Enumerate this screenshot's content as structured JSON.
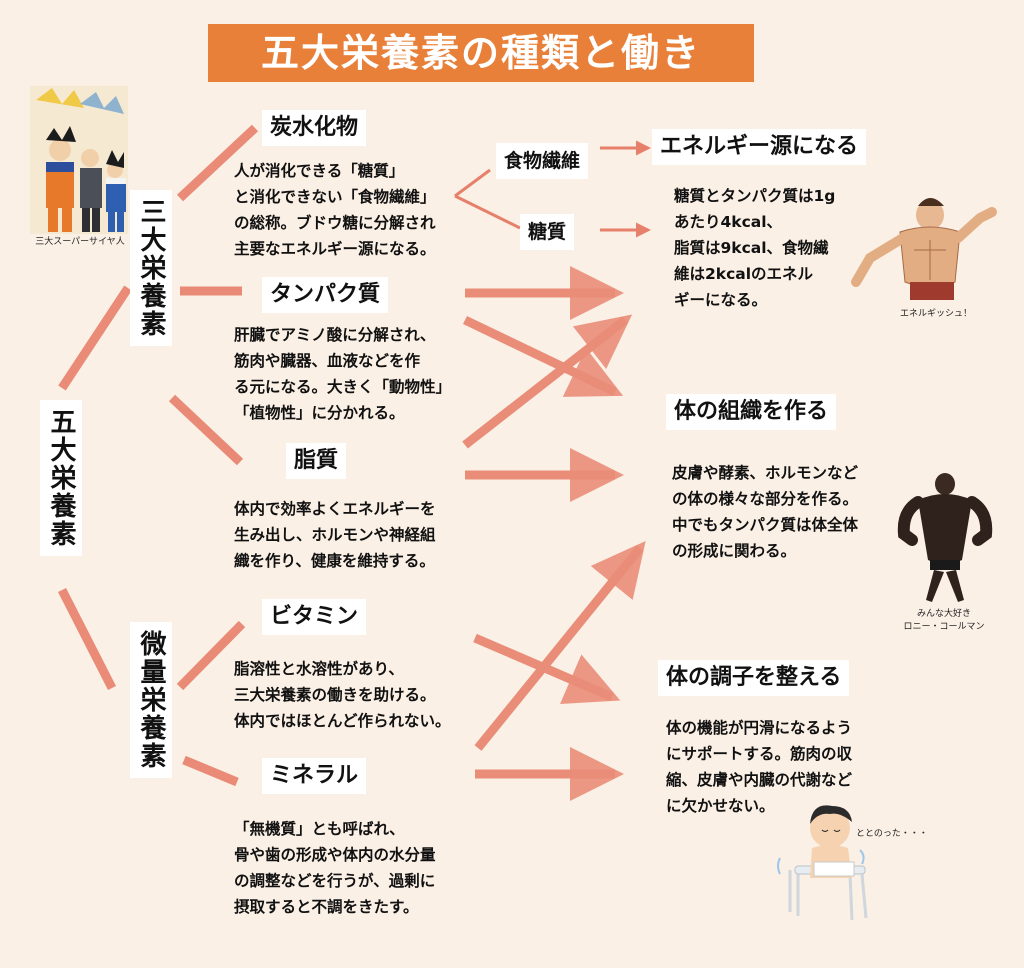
{
  "title": "五大栄養素の種類と働き",
  "root": "五大栄養素",
  "groups": {
    "macro": "三大栄養素",
    "micro": "微量栄養素"
  },
  "nutrients": {
    "carbs": {
      "name": "炭水化物",
      "desc": "人が消化できる「糖質」\nと消化できない「食物繊維」\nの総称。ブドウ糖に分解され\n主要なエネルギー源になる。"
    },
    "fiber": "食物繊維",
    "sugar": "糖質",
    "protein": {
      "name": "タンパク質",
      "desc": "肝臓でアミノ酸に分解され、\n筋肉や臓器、血液などを作\nる元になる。大きく「動物性」\n「植物性」に分かれる。"
    },
    "fat": {
      "name": "脂質",
      "desc": "体内で効率よくエネルギーを\n生み出し、ホルモンや神経組\n織を作り、健康を維持する。"
    },
    "vitamin": {
      "name": "ビタミン",
      "desc": "脂溶性と水溶性があり、\n三大栄養素の働きを助ける。\n体内ではほとんど作られない。"
    },
    "mineral": {
      "name": "ミネラル",
      "desc": "「無機質」とも呼ばれ、\n骨や歯の形成や体内の水分量\nの調整などを行うが、過剰に\n摂取すると不調をきたす。"
    }
  },
  "roles": {
    "energy": {
      "name": "エネルギー源になる",
      "desc": "糖質とタンパク質は1g\nあたり4kcal、\n脂質は9kcal、食物繊\n維は2kcalのエネル\nギーになる。"
    },
    "tissue": {
      "name": "体の組織を作る",
      "desc": "皮膚や酵素、ホルモンなど\nの体の様々な部分を作る。\n中でもタンパク質は体全体\nの形成に関わる。"
    },
    "condition": {
      "name": "体の調子を整える",
      "desc": "体の機能が円滑になるよう\nにサポートする。筋肉の収\n縮、皮膚や内臓の代謝など\nに欠かせない。"
    }
  },
  "captions": {
    "saiyan": "三大スーパーサイヤ人",
    "energetic": "エネルギッシュ！",
    "ronnie": "みんな大好き\nロニー・コールマン",
    "totonotta": "ととのった・・・"
  },
  "colors": {
    "accent": "#e8803a",
    "line": "#e7806a",
    "background": "#fbf0e6"
  }
}
